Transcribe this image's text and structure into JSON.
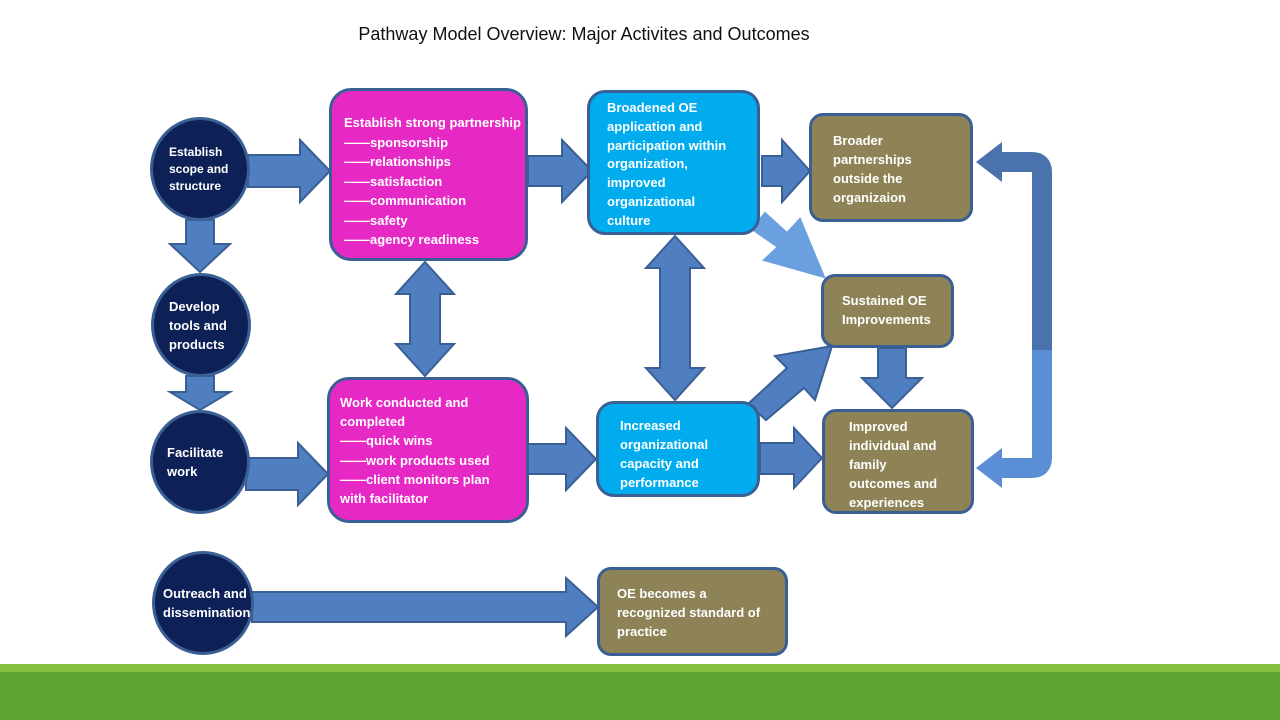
{
  "title": "Pathway Model Overview: Major Activites and Outcomes",
  "colors": {
    "circle_fill": "#0d2157",
    "activity_fill": "#e629c4",
    "org_outcome_fill": "#00aced",
    "long_term_outcome_fill": "#8e8356",
    "arrow": "#4f7fc0",
    "border": "#3a5f95",
    "footer_light": "#86bf3d",
    "footer_dark": "#5ea632"
  },
  "stages": {
    "establish": [
      "Establish",
      "scope and",
      "structure"
    ],
    "develop": [
      "Develop",
      "tools and",
      "products"
    ],
    "facilitate": [
      "Facilitate",
      "work"
    ],
    "outreach": [
      "Outreach and",
      "dissemination"
    ]
  },
  "partnership": {
    "heading": "Establish strong partnership",
    "items": [
      "——sponsorship",
      "——relationships",
      "——satisfaction",
      "——communication",
      "——safety",
      "——agency readiness"
    ]
  },
  "work": {
    "heading": [
      "Work conducted and",
      "completed"
    ],
    "items": [
      "——quick wins",
      "——work products used",
      "——client monitors plan"
    ],
    "tail": "with facilitator"
  },
  "broadened": [
    "Broadened OE",
    "application and",
    "participation within",
    "organization,",
    "improved",
    "organizational",
    "culture"
  ],
  "capacity": [
    "Increased",
    "organizational",
    "capacity and",
    "performance"
  ],
  "broader": [
    "Broader",
    "partnerships",
    "outside the",
    "organizaion"
  ],
  "sustained": [
    "Sustained OE",
    "Improvements"
  ],
  "improved": [
    "Improved",
    "individual and",
    "family",
    "outcomes and",
    "experiences"
  ],
  "standard": [
    "OE becomes a",
    "recognized standard of",
    "practice"
  ]
}
